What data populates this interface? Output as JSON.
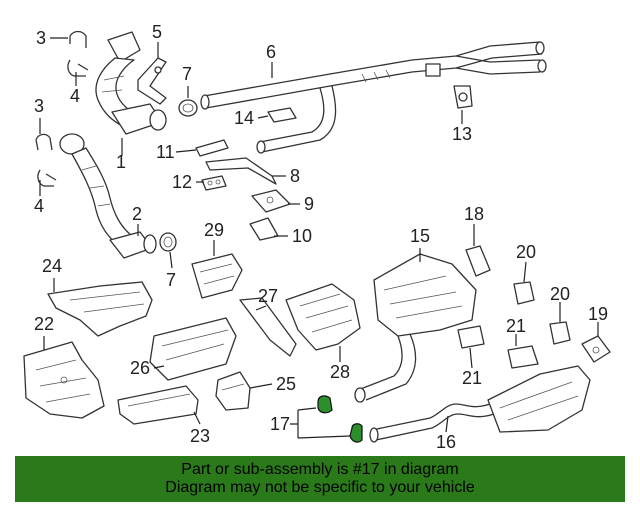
{
  "callouts": {
    "c1": "1",
    "c2": "2",
    "c3a": "3",
    "c3b": "3",
    "c4a": "4",
    "c4b": "4",
    "c5": "5",
    "c6": "6",
    "c7a": "7",
    "c7b": "7",
    "c8": "8",
    "c9": "9",
    "c10": "10",
    "c11": "11",
    "c12": "12",
    "c13": "13",
    "c14": "14",
    "c15": "15",
    "c16": "16",
    "c17": "17",
    "c18": "18",
    "c19": "19",
    "c20a": "20",
    "c20b": "20",
    "c21a": "21",
    "c21b": "21",
    "c22": "22",
    "c23": "23",
    "c24": "24",
    "c25": "25",
    "c26": "26",
    "c27": "27",
    "c28": "28",
    "c29": "29"
  },
  "highlight": {
    "part_number": "17",
    "color": "#2c8f2c"
  },
  "banner": {
    "line1": "Part or sub-assembly is #17 in diagram",
    "line2": "Diagram may not be specific to your vehicle",
    "background": "#2b7a1a"
  }
}
